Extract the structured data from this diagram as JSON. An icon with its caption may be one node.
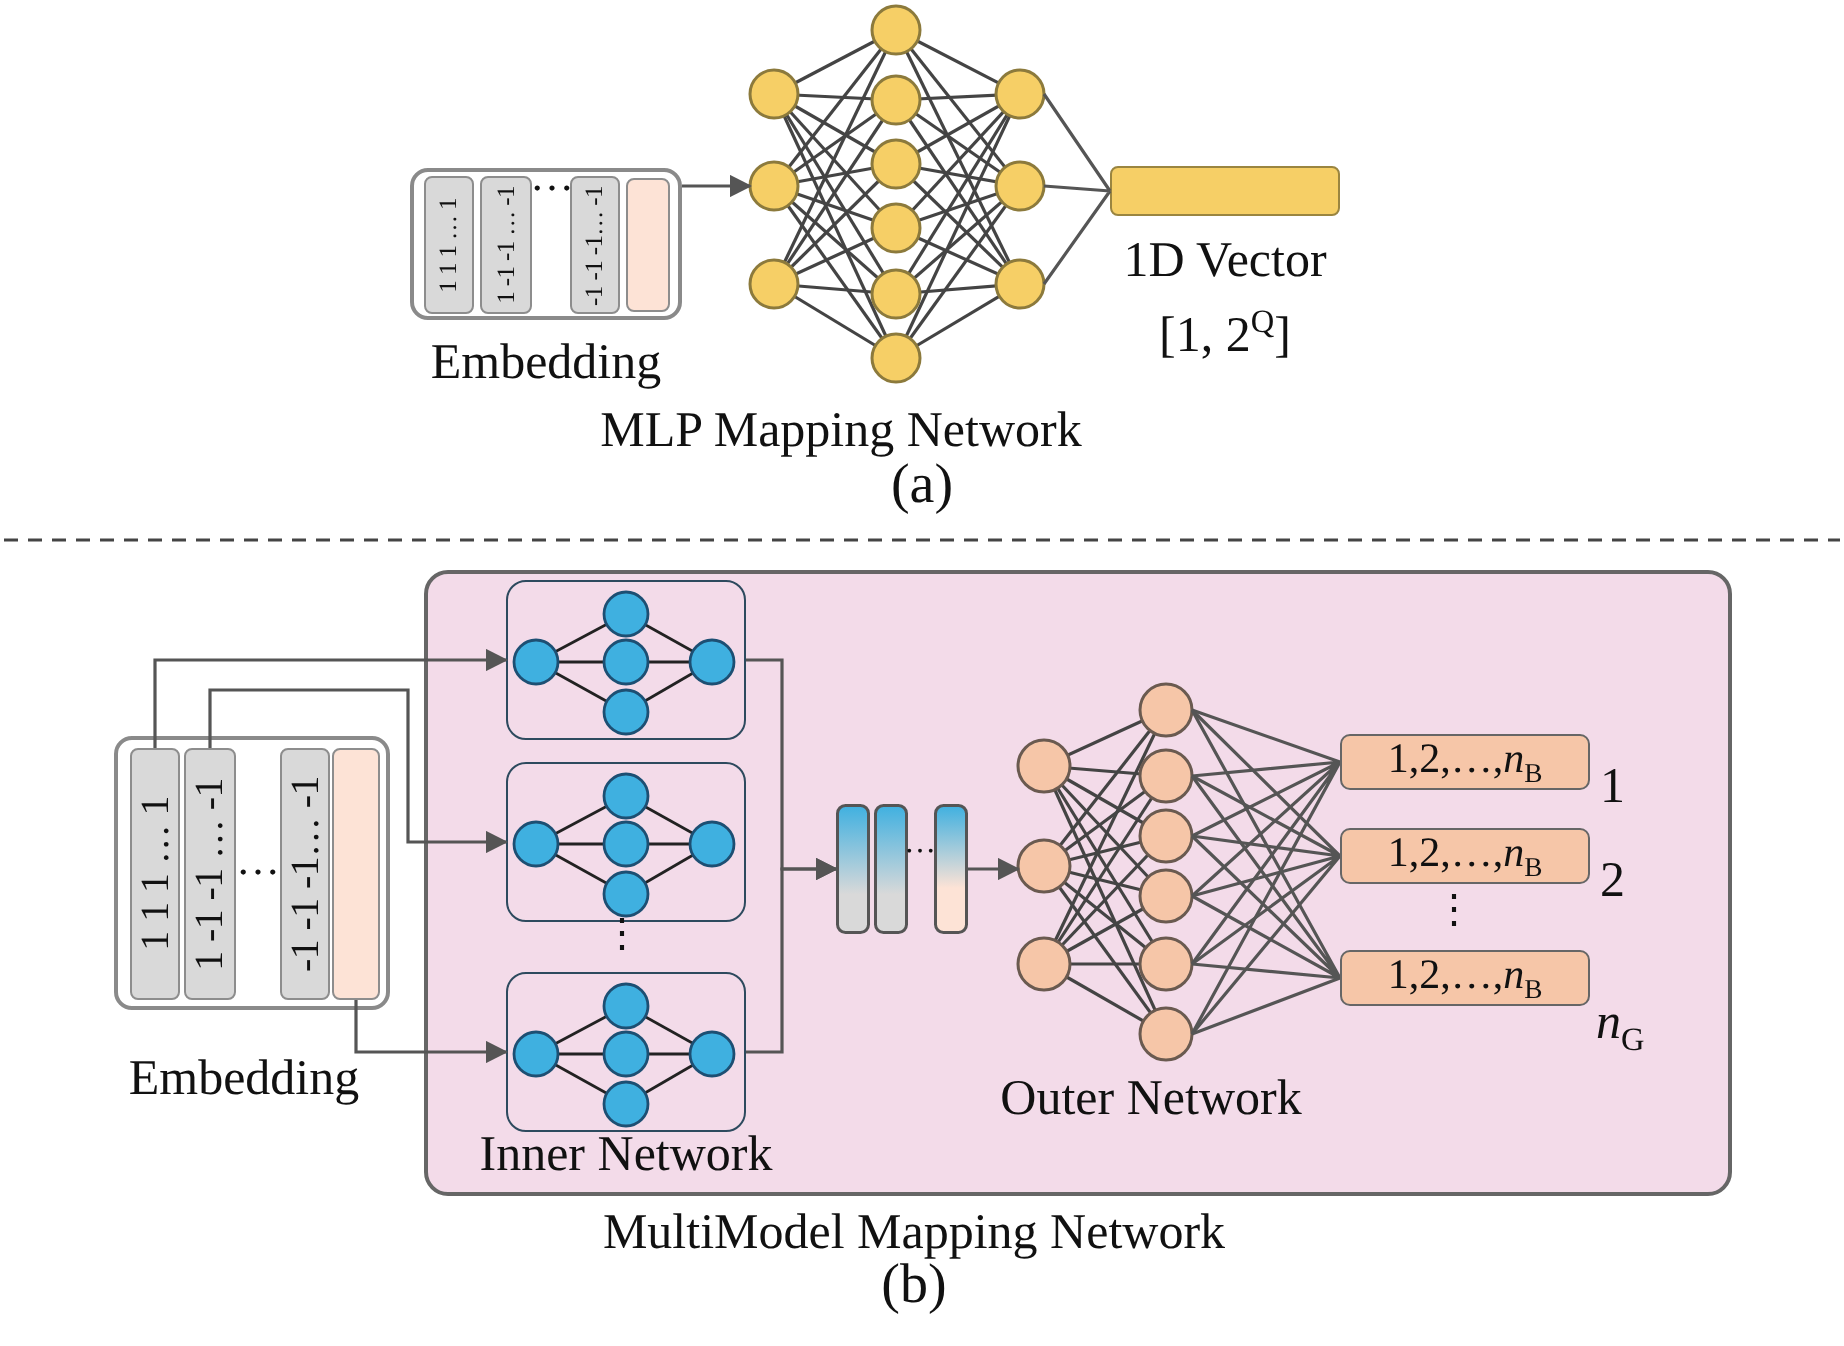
{
  "diagram": {
    "nodes": [
      {
        "text": [
          "Embedding"
        ]
      },
      {
        "text": [
          "1 1 1 … 1"
        ],
        "in": 0
      },
      {
        "text": [
          "1 -1 -1 … -1"
        ],
        "in": 0
      },
      {
        "text": [
          "-1 -1 -1… -1"
        ],
        "in": 0
      },
      {
        "text": [],
        "shape": "bar"
      },
      {
        "text": [
          "MLP Mapping Network"
        ]
      },
      {
        "text": [],
        "shape": "bar",
        "beside": [
          "1D Vector",
          "[1, 2$^{Q}$]"
        ]
      },
      {
        "text": [
          "Embedding"
        ]
      },
      {
        "text": [
          "1 1 1 … 1"
        ],
        "in": 7
      },
      {
        "text": [
          "1 -1 -1 … -1"
        ],
        "in": 7
      },
      {
        "text": [
          "-1 -1 -1… -1"
        ],
        "in": 7
      },
      {
        "text": [],
        "shape": "bar",
        "in": 7
      },
      {
        "text": [
          "MultiModel Mapping Network"
        ]
      },
      {
        "text": [],
        "shape": "box",
        "in": 12
      },
      {
        "text": [],
        "shape": "box",
        "in": 12
      },
      {
        "text": [],
        "shape": "box",
        "in": 12,
        "beside": [
          "Inner Network"
        ]
      },
      {
        "text": [],
        "shape": "bar",
        "in": 12
      },
      {
        "text": [
          "Outer Network"
        ],
        "in": 12
      },
      {
        "text": [
          "1,2,…,*n*$_{B}$"
        ],
        "in": 12,
        "beside": [
          "1"
        ]
      },
      {
        "text": [
          "1,2,…,*n*$_{B}$"
        ],
        "in": 12,
        "beside": [
          "2"
        ]
      },
      {
        "text": [
          "1,2,…,*n*$_{B}$"
        ],
        "in": 12,
        "beside": [
          "*n*$_{G}$"
        ]
      }
    ],
    "edges": [
      {
        "from": 0,
        "to": 5,
        "arrow": "to"
      },
      {
        "from": 5,
        "to": 6,
        "arrow": "none"
      },
      {
        "from": 8,
        "to": 13,
        "arrow": "to"
      },
      {
        "from": 9,
        "to": 14,
        "arrow": "to"
      },
      {
        "from": 11,
        "to": 15,
        "arrow": "to"
      },
      {
        "from": 13,
        "to": 16,
        "arrow": "to"
      },
      {
        "from": 15,
        "to": 16,
        "arrow": "to"
      },
      {
        "from": 16,
        "to": 17,
        "arrow": "to"
      },
      {
        "from": 17,
        "to": 18,
        "arrow": "none"
      },
      {
        "from": 17,
        "to": 19,
        "arrow": "none"
      },
      {
        "from": 17,
        "to": 20,
        "arrow": "none"
      }
    ],
    "labels": [
      "…",
      "(a)",
      "…",
      "⋮",
      "…",
      "⋮",
      "(b)"
    ]
  }
}
